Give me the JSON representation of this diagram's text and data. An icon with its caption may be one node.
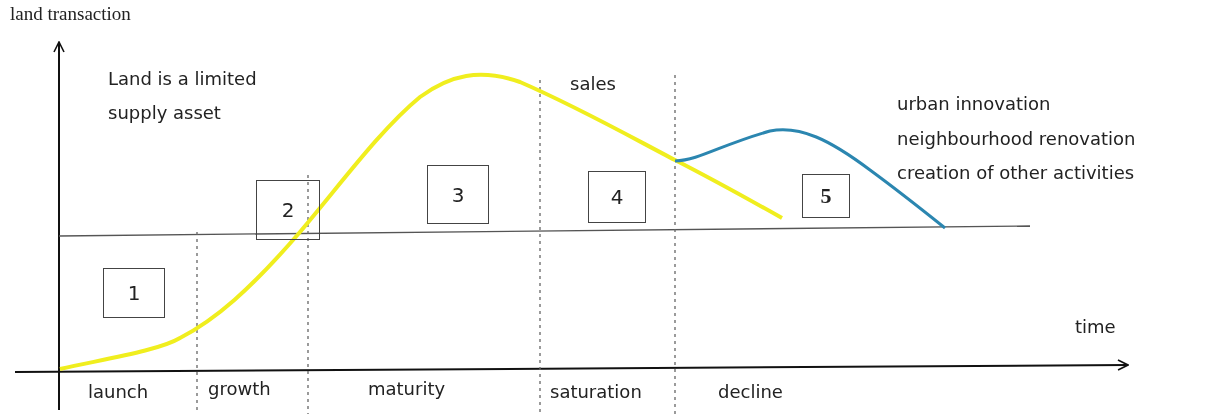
{
  "diagram": {
    "nodes": [
      {
        "text": [
          "1"
        ]
      },
      {
        "text": [
          "2"
        ]
      },
      {
        "text": [
          "3"
        ]
      },
      {
        "text": [
          "4"
        ]
      },
      {
        "text": [
          "5"
        ]
      }
    ],
    "labels": [
      "land transaction",
      "Land is a limited supply asset",
      "sales",
      "urban innovation",
      "neighbourhood renovation",
      "creation of other activities",
      "time",
      "launch",
      "growth",
      "maturity",
      "saturation",
      "decline"
    ]
  }
}
